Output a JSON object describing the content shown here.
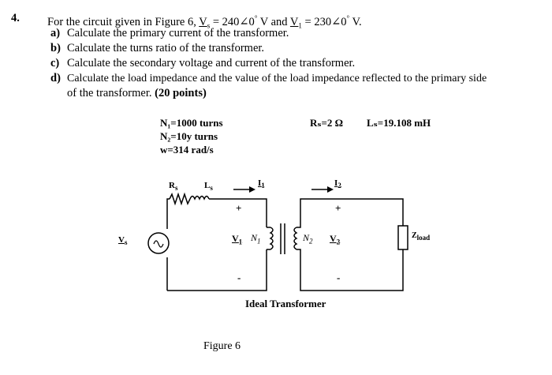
{
  "question": {
    "number": "4.",
    "intro_text": "For the circuit given in Figure 6, ",
    "vs_symbol": "V",
    "vs_sub": "s",
    "vs_value": " = 240∠0",
    "deg1": "°",
    "vs_unit": " V and ",
    "v1_symbol": "V",
    "v1_sub": "1",
    "v1_value": " = 230∠0",
    "deg2": "°",
    "v1_unit": " V.",
    "parts": [
      {
        "letter": "a)",
        "text": "Calculate the primary current of the transformer."
      },
      {
        "letter": "b)",
        "text": "Calculate the turns ratio of the transformer."
      },
      {
        "letter": "c)",
        "text": "Calculate the secondary voltage and current of the transformer."
      },
      {
        "letter": "d)",
        "text": "Calculate the load impedance and the value of the load impedance reflected to the primary side"
      }
    ],
    "part_d_cont": "of the transformer. ",
    "points": "(20 points)"
  },
  "figure": {
    "params": {
      "n1": "N₁=1000 turns",
      "n2": "N₂=10y  turns",
      "w": "w=314 rad/s",
      "rs": "Rₛ=2 Ω",
      "ls": "Lₛ=19.108 mH"
    },
    "labels": {
      "rs": "R",
      "rs_sub": "s",
      "ls": "L",
      "ls_sub": "s",
      "i1": "I",
      "i1_sub": "1",
      "i2": "I",
      "i2_sub": "2",
      "vs": "V",
      "vs_sub": "s",
      "v1": "V",
      "v1_sub": "1",
      "n1": "N",
      "n1_sub": "1",
      "n2": "N",
      "n2_sub": "2",
      "v2": "V",
      "v2_sub": "2",
      "zload": "Z",
      "zload_sub": "load",
      "plus": "+",
      "minus": "-",
      "transformer": "Ideal Transformer"
    },
    "caption": "Figure 6"
  }
}
